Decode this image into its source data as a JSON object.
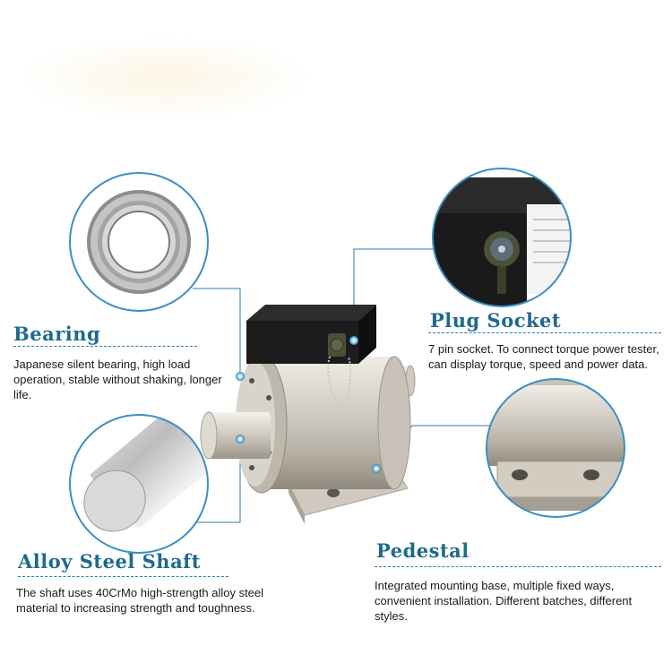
{
  "features": {
    "bearing": {
      "title": "Bearing",
      "description": "Japanese silent bearing, high load operation, stable without shaking, longer life."
    },
    "shaft": {
      "title": "Alloy Steel Shaft",
      "description": "The shaft uses 40CrMo high-strength alloy steel material to increasing strength and toughness."
    },
    "plug_socket": {
      "title": "Plug Socket",
      "description": "7 pin socket. To connect torque power tester, can display torque, speed and power data."
    },
    "pedestal": {
      "title": "Pedestal",
      "description": "Integrated mounting base, multiple fixed ways, convenient installation. Different batches, different styles."
    }
  },
  "colors": {
    "accent": "#1e6a8c",
    "callout_line": "#2a7ea8",
    "circle_border": "#3b8fc0",
    "sensor_body": "#d4cfc6",
    "junction_box": "#1c1c1c"
  }
}
